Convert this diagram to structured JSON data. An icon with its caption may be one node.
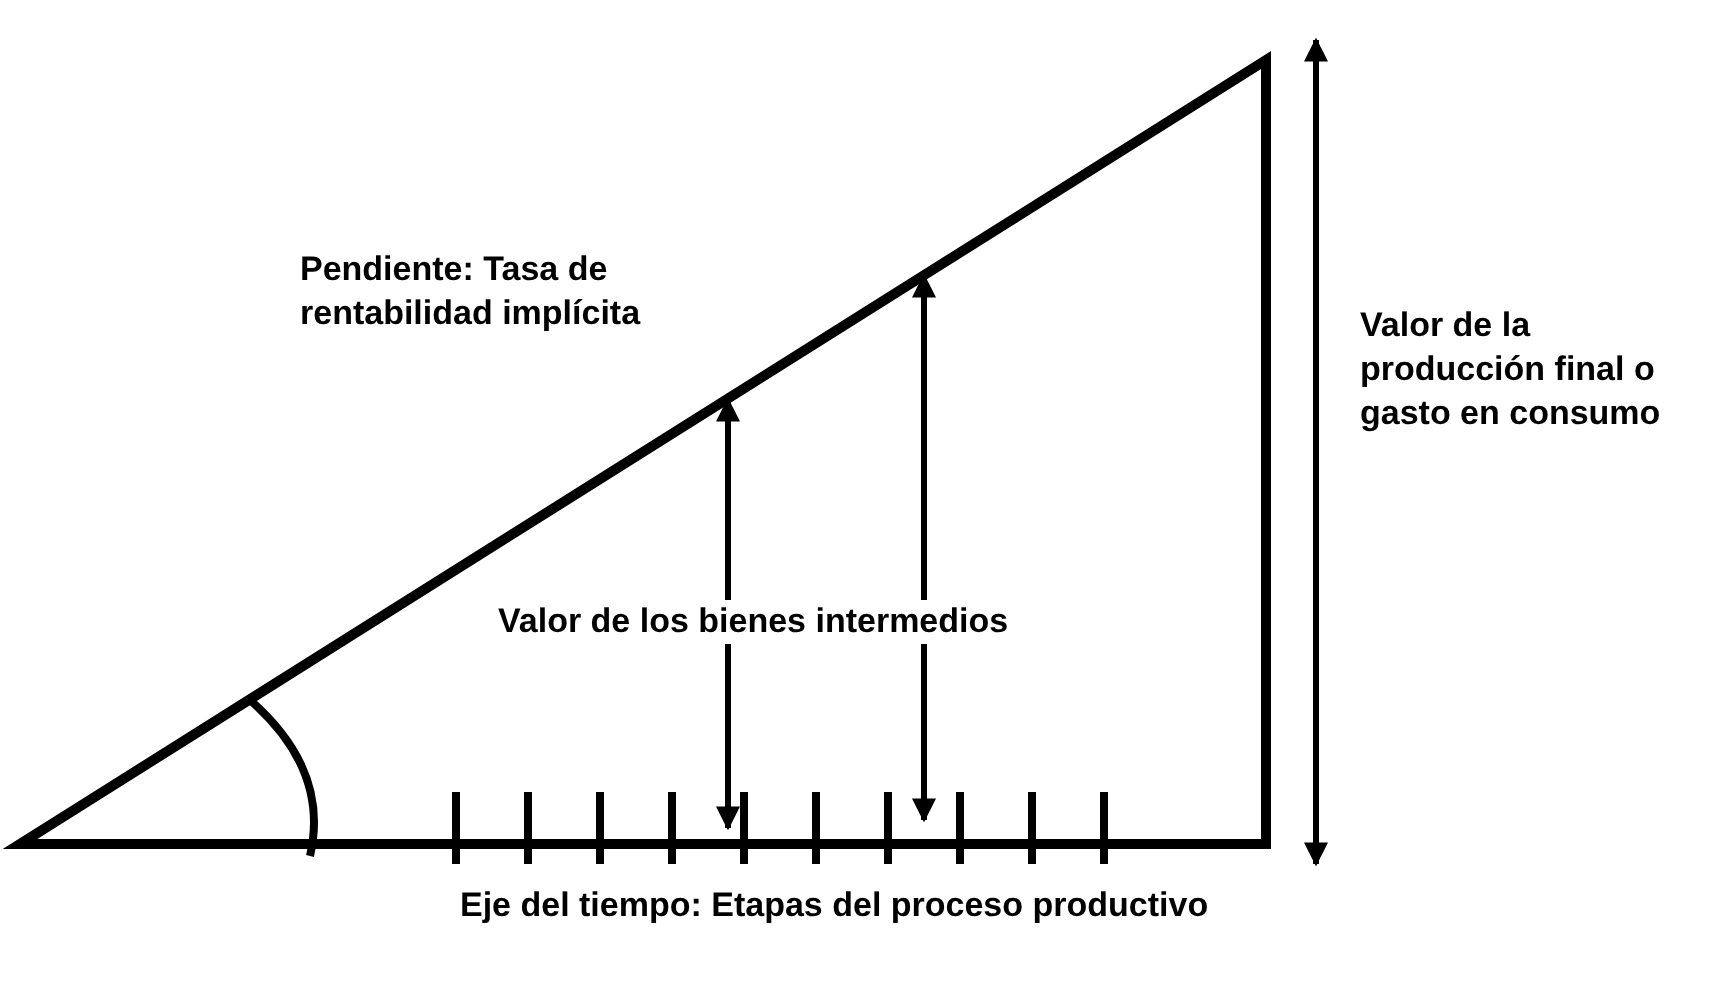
{
  "diagram": {
    "labels": [
      "Pendiente: Tasa de rentabilidad implícita",
      "Valor de la producción final o gasto en consumo",
      "Valor de los bienes intermedios",
      "Eje del tiempo: Etapas del proceso productivo"
    ]
  }
}
